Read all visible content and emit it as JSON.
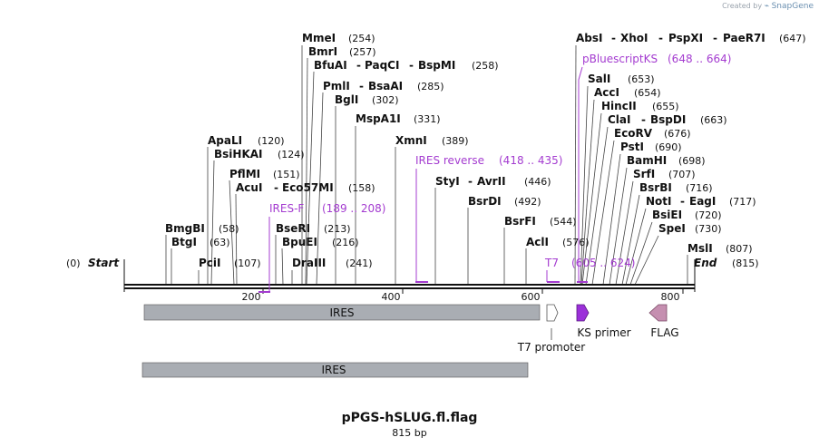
{
  "credit": {
    "prefix": "Created by",
    "brand": "SnapGene"
  },
  "title": "pPGS-hSLUG.fl.flag",
  "length_label": "815 bp",
  "start_label": {
    "pos": "(0)",
    "name": "Start"
  },
  "end_label": {
    "name": "End",
    "pos": "(815)"
  },
  "ruler_ticks": [
    "200",
    "400",
    "600",
    "800"
  ],
  "enzymes_left": [
    {
      "name": "MmeI",
      "pos": "(254)"
    },
    {
      "name": "BmrI",
      "pos": "(257)"
    },
    {
      "name": "BfuAI",
      "name2": "PaqCI",
      "name3": "BspMI",
      "pos": "(258)"
    },
    {
      "name": "PmlI",
      "name2": "BsaAI",
      "pos": "(285)"
    },
    {
      "name": "BglI",
      "pos": "(302)"
    },
    {
      "name": "MspA1I",
      "pos": "(331)"
    },
    {
      "name": "ApaLI",
      "pos": "(120)"
    },
    {
      "name": "BsiHKAI",
      "pos": "(124)"
    },
    {
      "name": "XmnI",
      "pos": "(389)"
    },
    {
      "name": "PflMI",
      "pos": "(151)"
    },
    {
      "name": "AcuI",
      "name2": "Eco57MI",
      "pos": "(158)"
    },
    {
      "name": "StyI",
      "name2": "AvrII",
      "pos": "(446)"
    },
    {
      "name": "BsrDI",
      "pos": "(492)"
    },
    {
      "name": "BseRI",
      "pos": "(213)"
    },
    {
      "name": "BmgBI",
      "pos": "(58)"
    },
    {
      "name": "BsrFI",
      "pos": "(544)"
    },
    {
      "name": "BtgI",
      "pos": "(63)"
    },
    {
      "name": "BpuEI",
      "pos": "(216)"
    },
    {
      "name": "AclI",
      "pos": "(576)"
    },
    {
      "name": "PciI",
      "pos": "(107)"
    },
    {
      "name": "DraIII",
      "pos": "(241)"
    }
  ],
  "enzymes_right": [
    {
      "name": "AbsI",
      "name2": "XhoI",
      "name3": "PspXI",
      "name4": "PaeR7I",
      "pos": "(647)"
    },
    {
      "name": "SalI",
      "pos": "(653)"
    },
    {
      "name": "AccI",
      "pos": "(654)"
    },
    {
      "name": "HincII",
      "pos": "(655)"
    },
    {
      "name": "ClaI",
      "name2": "BspDI",
      "pos": "(663)"
    },
    {
      "name": "EcoRV",
      "pos": "(676)"
    },
    {
      "name": "PstI",
      "pos": "(690)"
    },
    {
      "name": "BamHI",
      "pos": "(698)"
    },
    {
      "name": "SrfI",
      "pos": "(707)"
    },
    {
      "name": "BsrBI",
      "pos": "(716)"
    },
    {
      "name": "NotI",
      "name2": "EagI",
      "pos": "(717)"
    },
    {
      "name": "BsiEI",
      "pos": "(720)"
    },
    {
      "name": "SpeI",
      "pos": "(730)"
    },
    {
      "name": "MslI",
      "pos": "(807)"
    }
  ],
  "primers": [
    {
      "name": "pBluescriptKS",
      "range": "(648 .. 664)"
    },
    {
      "name": "IRES reverse",
      "range": "(418 .. 435)"
    },
    {
      "name": "IRES-F",
      "range": "(189 .. 208)"
    },
    {
      "name": "T7",
      "range": "(605 .. 624)"
    }
  ],
  "features": [
    {
      "name": "IRES",
      "color": "#a9adb3"
    },
    {
      "name": "T7 promoter",
      "color": "#ffffff"
    },
    {
      "name": "KS primer",
      "color": "#9b30d9"
    },
    {
      "name": "FLAG",
      "color": "#c58fb0"
    }
  ],
  "second_feature": {
    "name": "IRES",
    "color": "#a9adb3"
  },
  "colors": {
    "primer": "#a43cd0",
    "backbone": "#111111"
  }
}
